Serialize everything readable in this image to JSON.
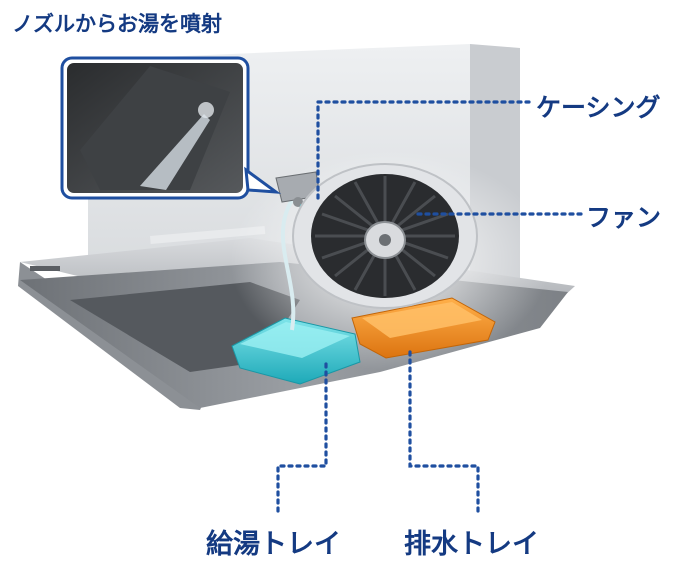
{
  "labels": {
    "nozzle": "ノズルからお湯を噴射",
    "casing": "ケーシング",
    "fan": "ファン",
    "supply_tray": "給湯トレイ",
    "drain_tray": "排水トレイ"
  },
  "colors": {
    "label_text": "#143a82",
    "leader_line": "#1f4fa0",
    "supply_tray": "#3cc6d0",
    "drain_tray": "#f08a1c",
    "hood_steel": "#b9bcc0",
    "fan_dark": "#2a2c2f"
  }
}
